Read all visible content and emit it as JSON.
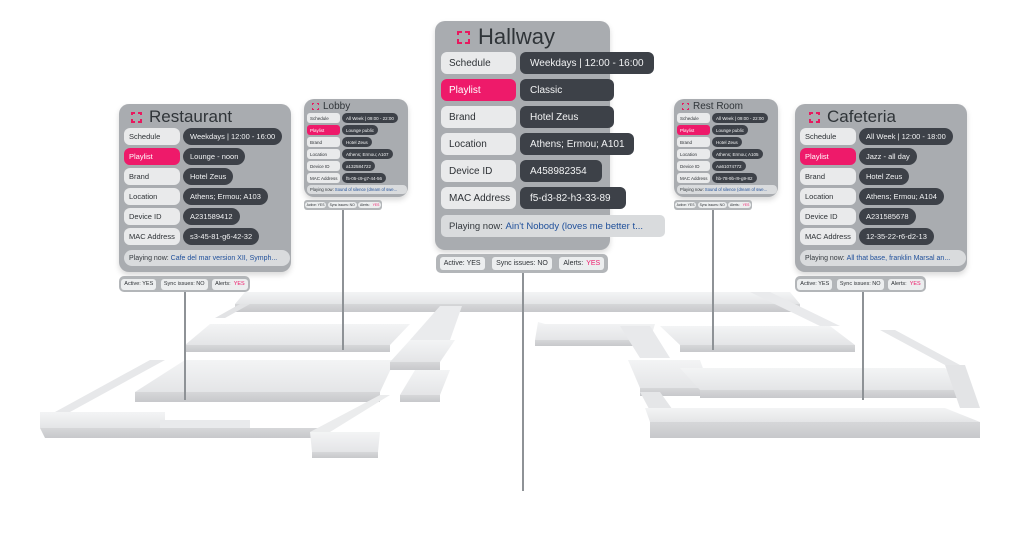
{
  "labels": {
    "schedule": "Schedule",
    "playlist": "Playlist",
    "brand": "Brand",
    "location": "Location",
    "device_id": "Device ID",
    "mac": "MAC Address",
    "playing_now": "Playing now:",
    "active": "Active: YES",
    "sync": "Sync issues: NO",
    "alerts": "Alerts:",
    "alerts_value": "YES"
  },
  "colors": {
    "accent": "#ee1a6a",
    "card": "#a9acb0",
    "value_pill": "#3d4148",
    "song": "#1f4f9a"
  },
  "rooms": {
    "restaurant": {
      "title": "Restaurant",
      "schedule": "Weekdays | 12:00 - 16:00",
      "playlist": "Lounge - noon",
      "brand": "Hotel Zeus",
      "location": "Athens; Ermou; A103",
      "device_id": "A231589412",
      "mac": "s3-45-81-g6-42-32",
      "playing": "Cafe del mar version XII, Symph..."
    },
    "lobby": {
      "title": "Lobby",
      "schedule": "All Week | 09:00 - 22:00",
      "playlist": "Lounge public",
      "brand": "Hotel Zeus",
      "location": "Athens; Ermou; A107",
      "device_id": "a132584722",
      "mac": "f5-05-c9-g7-44-56",
      "playing": "Sound of silence (dream of swe..."
    },
    "hallway": {
      "title": "Hallway",
      "schedule": "Weekdays | 12:00 - 16:00",
      "playlist": "Classic",
      "brand": "Hotel Zeus",
      "location": "Athens; Ermou; A101",
      "device_id": "A458982354",
      "mac": "f5-d3-82-h3-33-89",
      "playing": "Ain't Nobody (loves me better t..."
    },
    "restroom": {
      "title": "Rest Room",
      "schedule": "All Week | 09:00 - 22:00",
      "playlist": "Lounge public",
      "brand": "Hotel Zeus",
      "location": "Athens; Ermou; A105",
      "device_id": "Aa61074772",
      "mac": "hb-78-9b-r9-g9-82",
      "playing": "Sound of silence (dream of swe..."
    },
    "cafeteria": {
      "title": "Cafeteria",
      "schedule": "All Week | 12:00 - 18:00",
      "playlist": "Jazz - all day",
      "brand": "Hotel Zeus",
      "location": "Athens; Ermou; A104",
      "device_id": "A231585678",
      "mac": "12-35-22-r6-d2-13",
      "playing": "All that base, franklin Marsal an..."
    }
  }
}
